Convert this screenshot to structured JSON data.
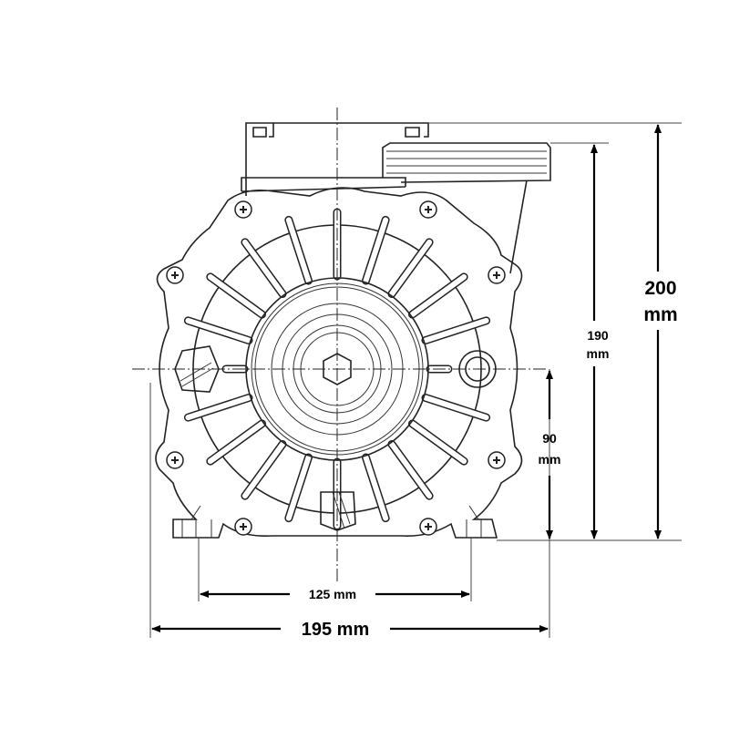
{
  "dimensions": {
    "overall_height": {
      "value": "200",
      "unit": "mm"
    },
    "outlet_height": {
      "value": "190",
      "unit": "mm"
    },
    "shaft_height": {
      "value": "90",
      "unit": "mm"
    },
    "foot_spacing": {
      "label": "125 mm"
    },
    "overall_width": {
      "label": "195 mm"
    }
  },
  "drawing": {
    "fin_count": 20,
    "line_color": "#222222"
  }
}
